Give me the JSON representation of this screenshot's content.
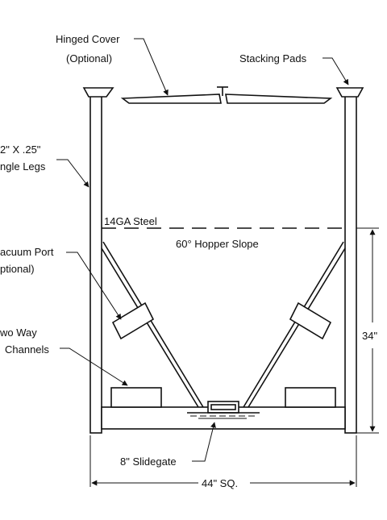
{
  "labels": {
    "hinged_cover_1": "Hinged Cover",
    "hinged_cover_2": "(Optional)",
    "stacking_pads": "Stacking Pads",
    "angle_legs_1": "2\" X .25\"",
    "angle_legs_2": "ngle Legs",
    "steel": "14GA Steel",
    "hopper_slope": "60° Hopper Slope",
    "vacuum_port_1": "acuum Port",
    "vacuum_port_2": "ptional)",
    "channels_1": "wo Way",
    "channels_2": "Channels",
    "height_dim": "34\"",
    "slidegate": "8\" Slidegate",
    "width_dim": "44\" SQ."
  }
}
